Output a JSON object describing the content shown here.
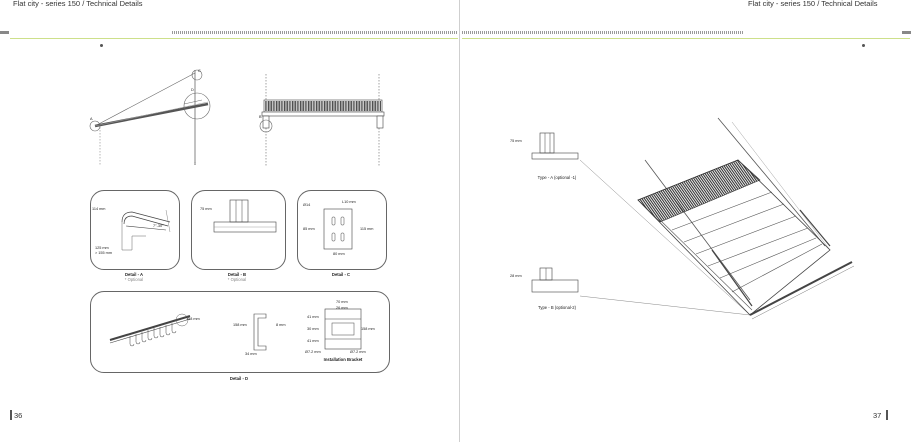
{
  "header": {
    "title": "Flat city - series 150 / Technical Details"
  },
  "pages": {
    "left_number": "36",
    "right_number": "37"
  },
  "overview": {
    "point_a": "A",
    "point_b": "B",
    "point_c": "C",
    "point_d": "D"
  },
  "detail_a": {
    "dim_1": "114 mm",
    "dim_2": "125 mm",
    "dim_3": "> 155 mm",
    "angle": "7°-30°",
    "caption": "Detail - A",
    "note": "* Optional"
  },
  "detail_b": {
    "dim_1": "75 mm",
    "caption": "Detail - B",
    "note": "* Optional"
  },
  "detail_c": {
    "dia": "Ø14",
    "dim_1": "L10 mm",
    "dim_2": "85 mm",
    "dim_3": "115 mm",
    "dim_4": "80 mm",
    "caption": "Detail - C"
  },
  "detail_d": {
    "dim_1": "158 mm",
    "dim_2": "158 mm",
    "dim_3": "8 mm",
    "dim_4": "34 mm",
    "dim_5": "70 mm",
    "dim_6": "26 mm",
    "dim_7": "41 mm",
    "dim_8": "30 mm",
    "dim_9": "158 mm",
    "dim_10": "41 mm",
    "dim_11": "Ø7.2 mm",
    "dim_12": "Ø7.2 mm",
    "bracket": "Installation Bracket",
    "caption": "Detail - D"
  },
  "right": {
    "type_a_dim": "75 mm",
    "type_a": "Type - A (optional -1)",
    "type_b_dim": "28 mm",
    "type_b": "Type - B (optional-2)"
  }
}
